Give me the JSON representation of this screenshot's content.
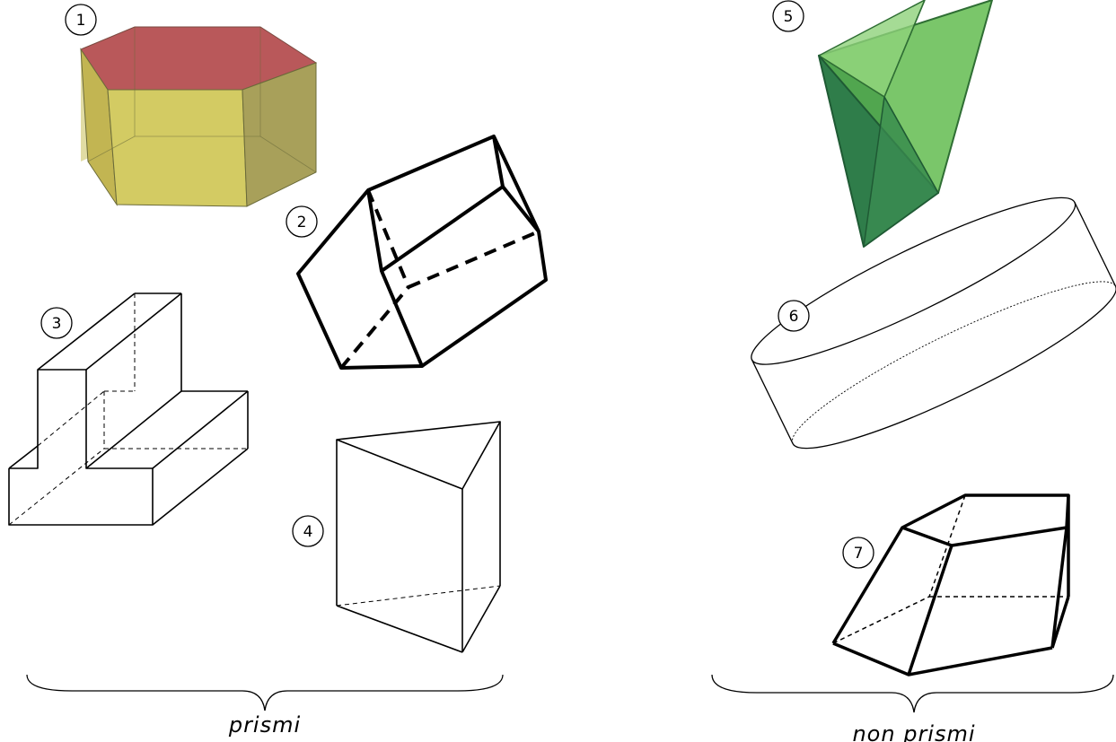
{
  "figures": [
    {
      "id": "1",
      "label": "1"
    },
    {
      "id": "2",
      "label": "2"
    },
    {
      "id": "3",
      "label": "3"
    },
    {
      "id": "4",
      "label": "4"
    },
    {
      "id": "5",
      "label": "5"
    },
    {
      "id": "6",
      "label": "6"
    },
    {
      "id": "7",
      "label": "7"
    }
  ],
  "groups": {
    "left": {
      "label": "prismi"
    },
    "right": {
      "label": "non prismi"
    }
  },
  "colors": {
    "hexagon_top": "#b9585a",
    "hexagon_side": "#c9c05a",
    "pyramid_light": "#5db352",
    "pyramid_dark": "#2f7d4a",
    "stroke": "#000000"
  }
}
